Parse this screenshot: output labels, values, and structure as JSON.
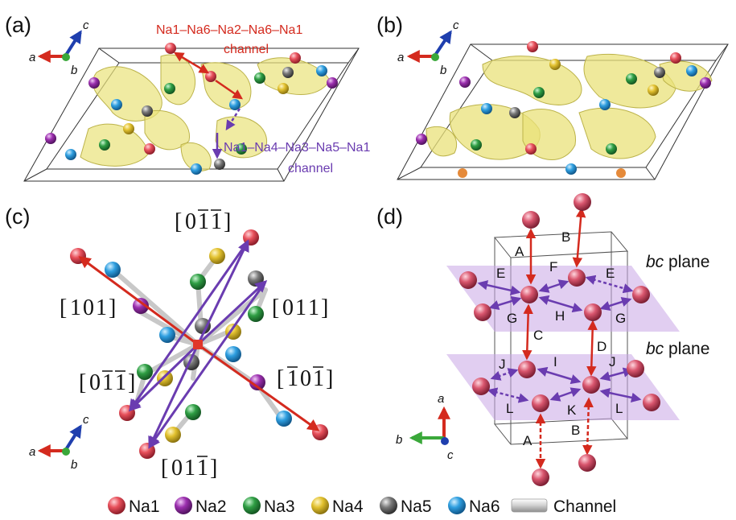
{
  "panels": {
    "a": {
      "label": "(a)",
      "red_path": "Na1–Na6–Na2–Na6–Na1",
      "red_word": "channel",
      "purple_path": "Na1–Na4–Na3–Na5–Na1",
      "purple_word": "channel"
    },
    "b": {
      "label": "(b)"
    },
    "c": {
      "label": "(c)",
      "directions": {
        "d0m1m1_top": {
          "pre": "0",
          "mid": "1",
          "post": "1",
          "bar_mid": true,
          "bar_post": true
        },
        "d101": {
          "pre": "1",
          "mid": "0",
          "post": "1",
          "bar_mid": false,
          "bar_post": false
        },
        "d011": {
          "pre": "0",
          "mid": "1",
          "post": "1",
          "bar_mid": false,
          "bar_post": false
        },
        "d0m1m1_bot": {
          "pre": "0",
          "mid": "1",
          "post": "1",
          "bar_mid": true,
          "bar_post": true
        },
        "dm10m1": {
          "pre": "1",
          "mid": "0",
          "post": "1",
          "bar_pre": true,
          "bar_post": true
        },
        "d01m1": {
          "pre": "0",
          "mid": "1",
          "post": "1",
          "bar_mid": false,
          "bar_post": true
        }
      }
    },
    "d": {
      "label": "(d)",
      "plane_label_italic": "bc",
      "plane_label_rest": " plane",
      "hop_labels": [
        "A",
        "B",
        "E",
        "F",
        "E",
        "G",
        "H",
        "G",
        "C",
        "D",
        "I",
        "J",
        "J",
        "L",
        "K",
        "L",
        "A",
        "B"
      ]
    }
  },
  "axes": {
    "a": "a",
    "b": "b",
    "c": "c"
  },
  "legend": [
    {
      "name": "Na1",
      "color": "#e8505b"
    },
    {
      "name": "Na2",
      "color": "#9b2fae"
    },
    {
      "name": "Na3",
      "color": "#2f9e44"
    },
    {
      "name": "Na4",
      "color": "#e2c12f"
    },
    {
      "name": "Na5",
      "color": "#7a7a7a"
    },
    {
      "name": "Na6",
      "color": "#2f9fe0"
    },
    {
      "name": "Channel",
      "color": "#d8d8d8"
    }
  ],
  "colors": {
    "red_arrow": "#d42a1e",
    "purple_arrow": "#6a3cb0",
    "isosurface": "#e9e27a",
    "plane": "#c8a6e6"
  }
}
